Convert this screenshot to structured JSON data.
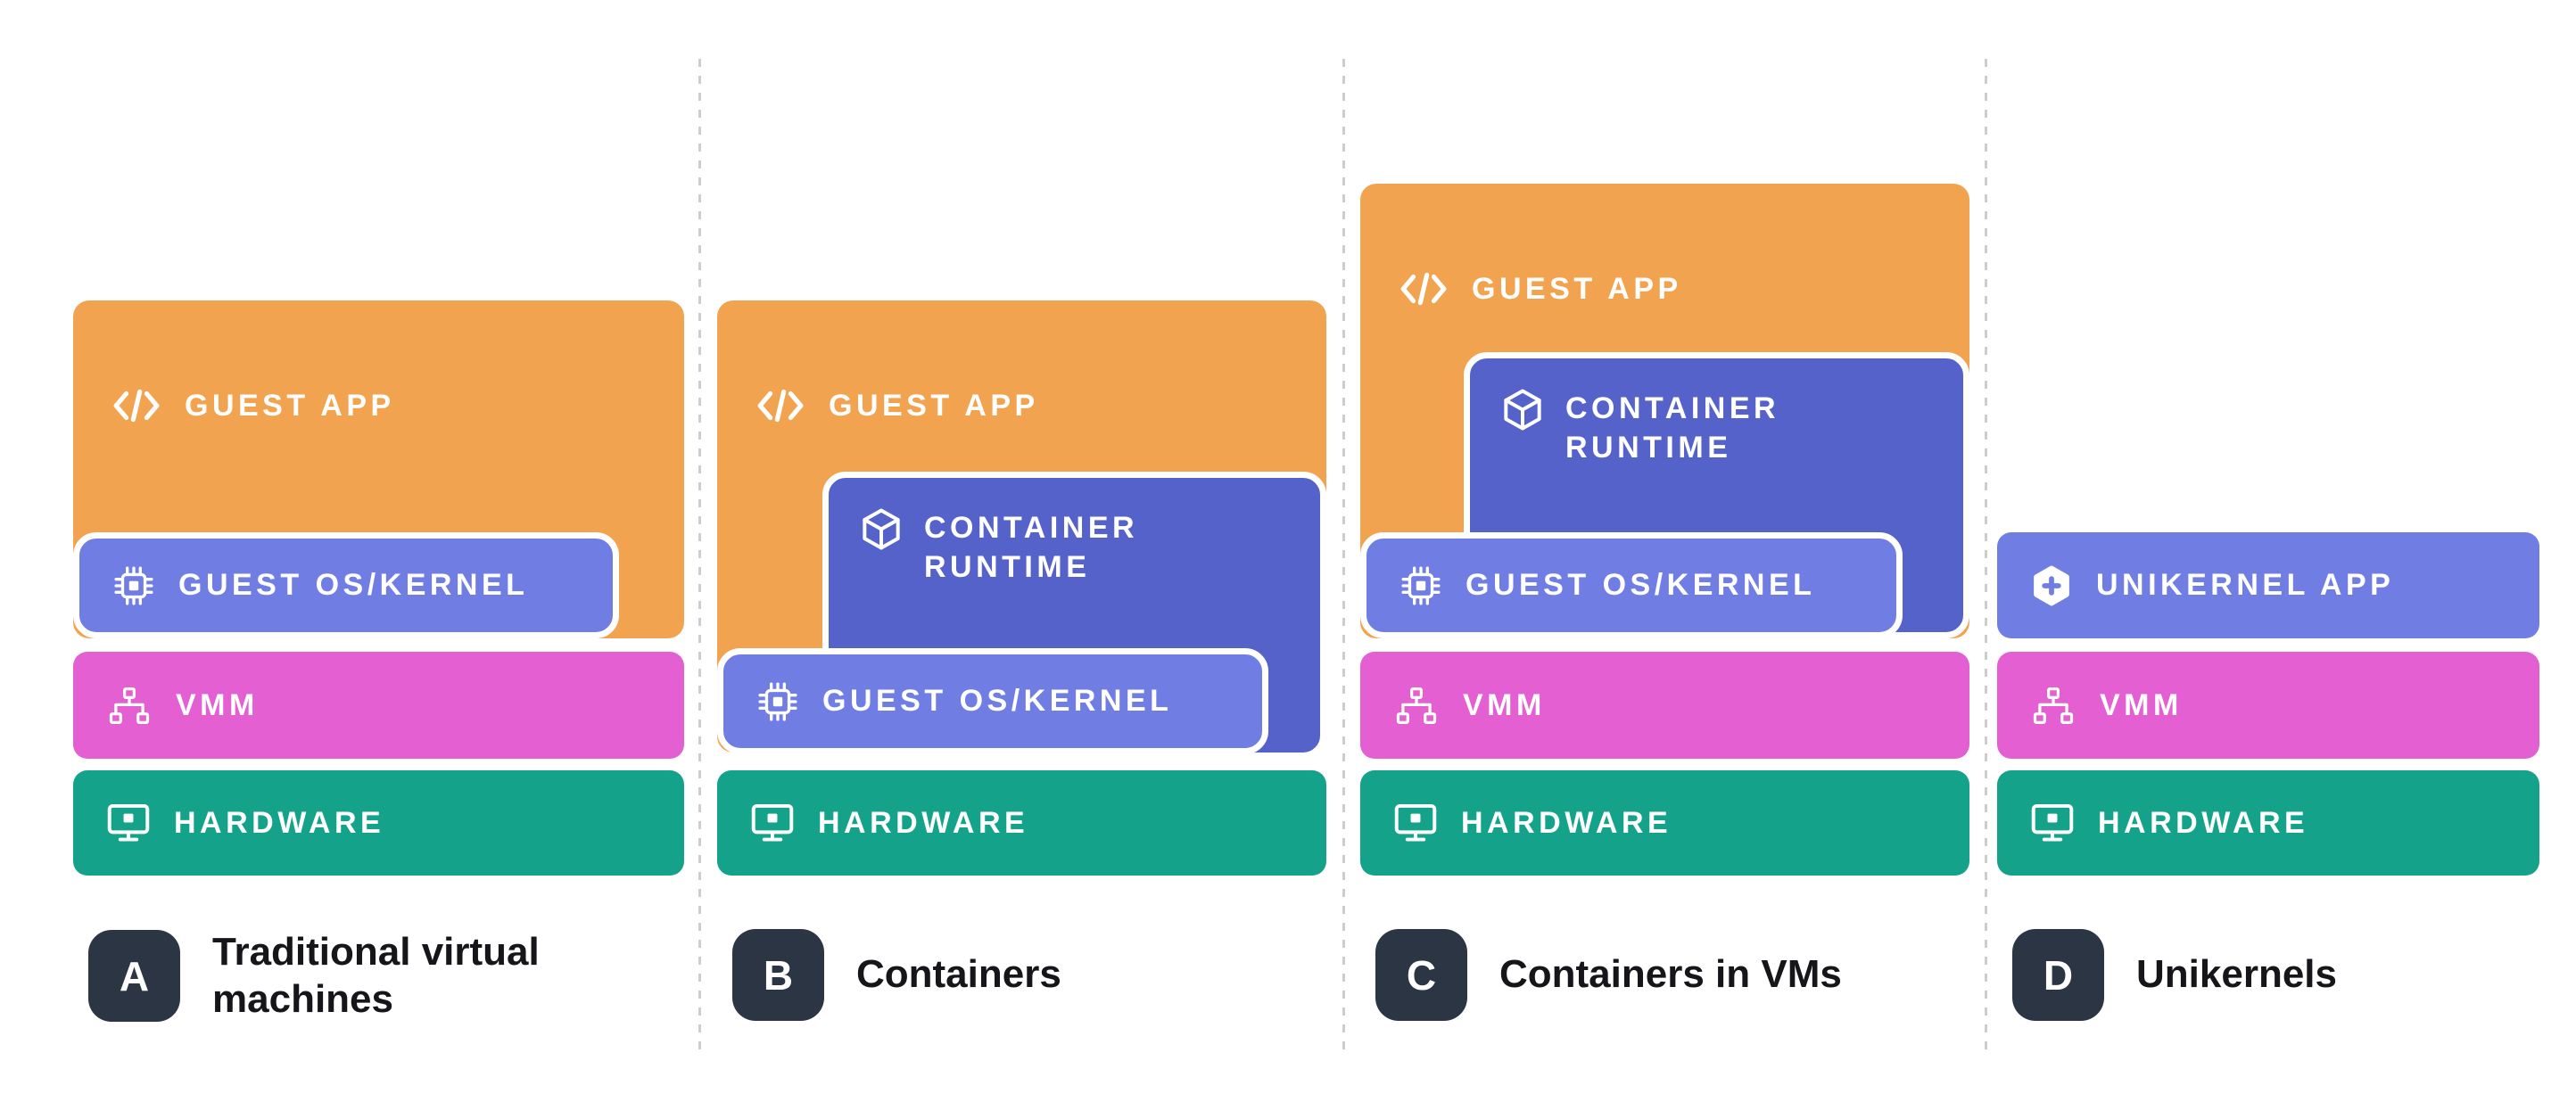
{
  "colors": {
    "guest_app": "#F2A34F",
    "container_runtime": "#5562CA",
    "guest_os_kernel": "#707EE4",
    "vmm": "#E45FD1",
    "hardware": "#14A38A",
    "unikernel_app": "#707EE4",
    "badge": "#2B3544",
    "divider": "#CDCDCD",
    "caption_text": "#15151A",
    "background": "#FFFFFF"
  },
  "columns": [
    {
      "badge": "A",
      "caption": "Traditional virtual machines",
      "blocks": {
        "guest_app": {
          "label": "GUEST APP",
          "icon": "code-icon"
        },
        "guest_os_kernel": {
          "label": "GUEST OS/KERNEL",
          "icon": "chip-icon"
        },
        "vmm": {
          "label": "VMM",
          "icon": "sitemap-icon"
        },
        "hardware": {
          "label": "HARDWARE",
          "icon": "monitor-icon"
        }
      }
    },
    {
      "badge": "B",
      "caption": "Containers",
      "blocks": {
        "guest_app": {
          "label": "GUEST APP",
          "icon": "code-icon"
        },
        "container_runtime": {
          "label": "CONTAINER RUNTIME",
          "icon": "cube-icon"
        },
        "guest_os_kernel": {
          "label": "GUEST OS/KERNEL",
          "icon": "chip-icon"
        },
        "hardware": {
          "label": "HARDWARE",
          "icon": "monitor-icon"
        }
      }
    },
    {
      "badge": "C",
      "caption": "Containers in VMs",
      "blocks": {
        "guest_app": {
          "label": "GUEST APP",
          "icon": "code-icon"
        },
        "container_runtime": {
          "label": "CONTAINER RUNTIME",
          "icon": "cube-icon"
        },
        "guest_os_kernel": {
          "label": "GUEST OS/KERNEL",
          "icon": "chip-icon"
        },
        "vmm": {
          "label": "VMM",
          "icon": "sitemap-icon"
        },
        "hardware": {
          "label": "HARDWARE",
          "icon": "monitor-icon"
        }
      }
    },
    {
      "badge": "D",
      "caption": "Unikernels",
      "blocks": {
        "unikernel_app": {
          "label": "UNIKERNEL APP",
          "icon": "plus-badge-icon"
        },
        "vmm": {
          "label": "VMM",
          "icon": "sitemap-icon"
        },
        "hardware": {
          "label": "HARDWARE",
          "icon": "monitor-icon"
        }
      }
    }
  ]
}
